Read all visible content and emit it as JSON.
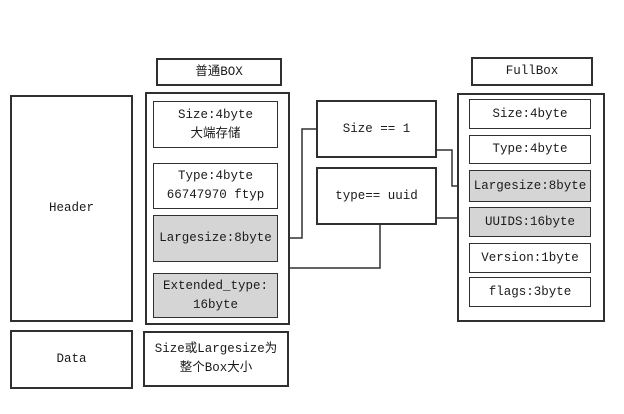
{
  "colors": {
    "background": "#ffffff",
    "border": "#303030",
    "shaded_fill": "#d5d5d5",
    "text": "#1a1a1a"
  },
  "left_column": {
    "header_label": "Header",
    "data_label": "Data"
  },
  "normal_box": {
    "title": "普通BOX",
    "fields": [
      {
        "line1": "Size:4byte",
        "line2": "大端存储",
        "shaded": false
      },
      {
        "line1": "Type:4byte",
        "line2": "66747970 ftyp",
        "shaded": false
      },
      {
        "line1": "Largesize:8byte",
        "line2": "",
        "shaded": true
      },
      {
        "line1": "Extended_type:16byte",
        "line2": "",
        "shaded": true
      }
    ],
    "note": "Size或Largesize为整个Box大小"
  },
  "conditions": [
    {
      "label": "Size == 1"
    },
    {
      "label": "type== uuid"
    }
  ],
  "full_box": {
    "title": "FullBox",
    "fields": [
      {
        "label": "Size:4byte",
        "shaded": false
      },
      {
        "label": "Type:4byte",
        "shaded": false
      },
      {
        "label": "Largesize:8byte",
        "shaded": true
      },
      {
        "label": "UUIDS:16byte",
        "shaded": true
      },
      {
        "label": "Version:1byte",
        "shaded": false
      },
      {
        "label": "flags:3byte",
        "shaded": false
      }
    ]
  }
}
